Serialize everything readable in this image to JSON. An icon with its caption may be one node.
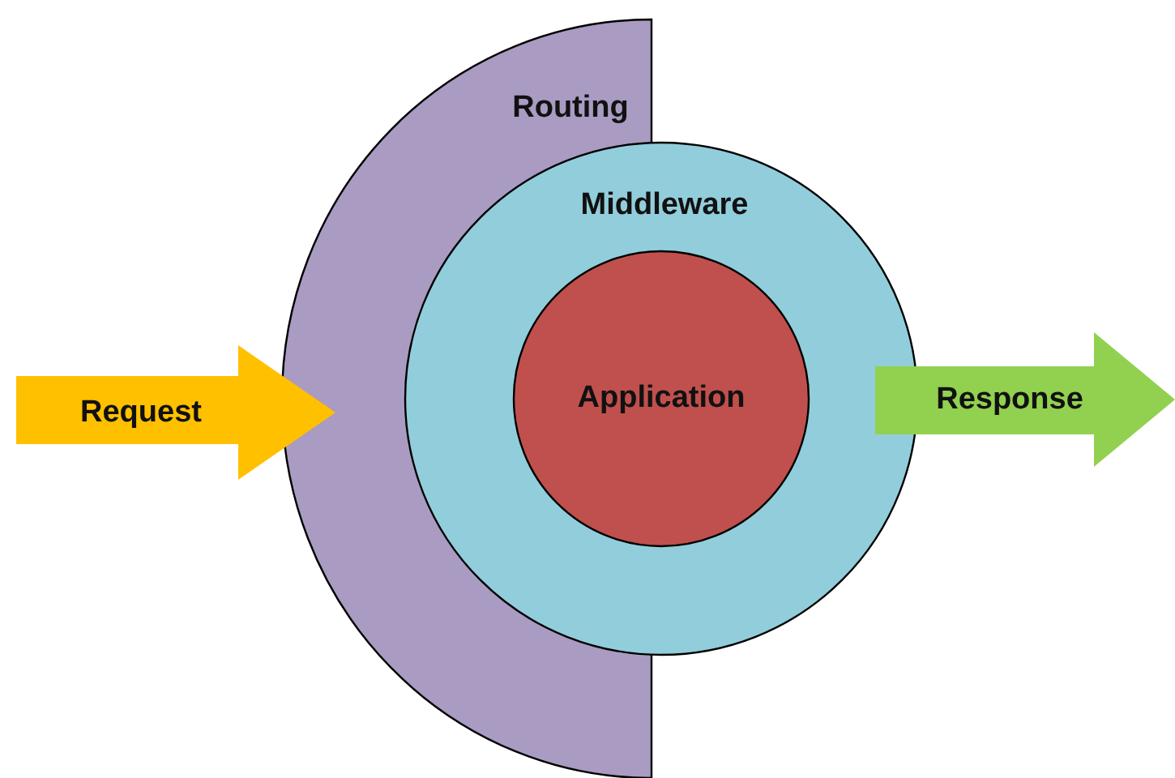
{
  "diagram": {
    "nodes": [
      {
        "text": [
          "Routing"
        ]
      },
      {
        "text": [
          "Request"
        ]
      },
      {
        "text": [
          "Middleware"
        ]
      },
      {
        "text": [
          "Application"
        ],
        "in": 2
      },
      {
        "text": [
          "Response"
        ]
      }
    ]
  }
}
